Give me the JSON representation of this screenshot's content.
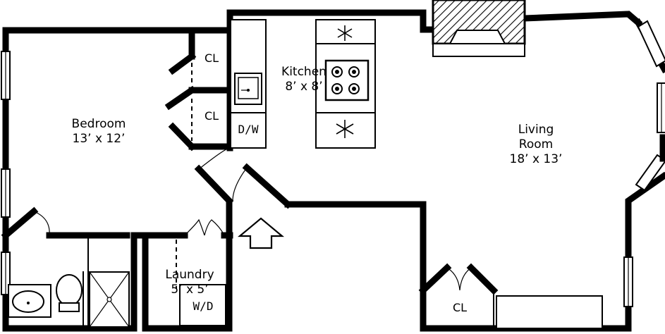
{
  "rooms": {
    "bedroom": {
      "name": "Bedroom",
      "size": "13’ x 12’"
    },
    "kitchen": {
      "name": "Kitchen",
      "size": "8’ x 8’"
    },
    "living": {
      "line1": "Living",
      "line2": "Room",
      "size": "18’ x 13’"
    },
    "laundry": {
      "name": "Laundry",
      "size": "5’ x 5’"
    }
  },
  "fixtures": {
    "closet1": "CL",
    "closet2": "CL",
    "closet3": "CL",
    "dishwasher": "D/W",
    "washer_dryer": "W/D"
  }
}
